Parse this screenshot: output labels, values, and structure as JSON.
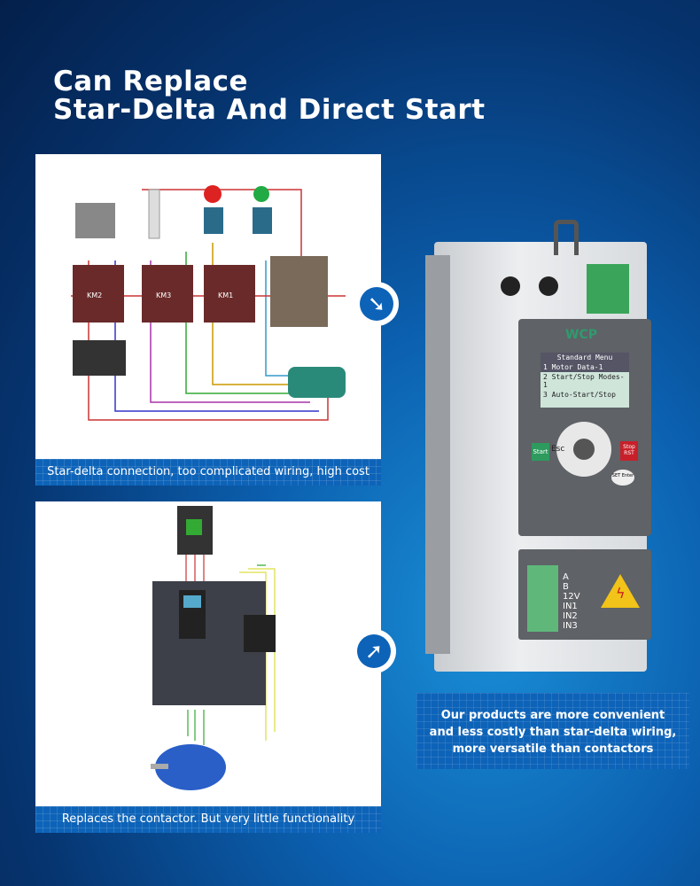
{
  "title": {
    "line1": "Can Replace",
    "line2": "Star-Delta And Direct Start"
  },
  "panel_top": {
    "caption": "Star-delta connection, too complicated wiring, high cost",
    "labels": [
      "KM2",
      "KM3",
      "KM1"
    ]
  },
  "panel_bottom": {
    "caption": "Replaces the contactor. But very little functionality"
  },
  "note": {
    "line1": "Our products are more convenient",
    "line2": "and less costly than star-delta wiring,",
    "line3": "more versatile than contactors"
  },
  "device": {
    "brand": "WCP",
    "screen": [
      "Standard Menu",
      "1 Motor Data-1",
      "2 Start/Stop Modes-1",
      "3 Auto-Start/Stop"
    ],
    "buttons": {
      "start": "Start",
      "esc": "Esc",
      "stop": "Stop RST",
      "set": "SET Enter"
    },
    "terminals": [
      "A",
      "B",
      "12V",
      "IN1",
      "IN2",
      "IN3"
    ]
  },
  "colors": {
    "accent": "#0d63b8",
    "start": "#2e9b5e",
    "stop": "#c8202a"
  },
  "icons": {
    "arrow": "arrow-down-right-icon",
    "warning": "high-voltage-warning-icon"
  }
}
